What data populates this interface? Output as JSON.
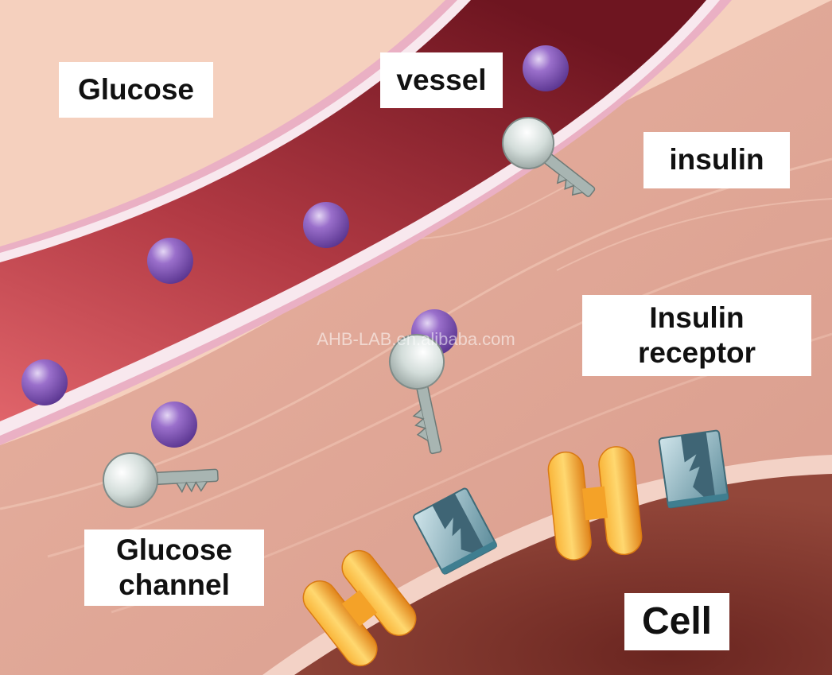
{
  "labels": {
    "glucose": "Glucose",
    "vessel": "vessel",
    "insulin": "insulin",
    "insulin_receptor_line1": "Insulin",
    "insulin_receptor_line2": "receptor",
    "glucose_channel_line1": "Glucose",
    "glucose_channel_line2": "channel",
    "cell": "Cell"
  },
  "watermark": "AHB-LAB.en.alibaba.com",
  "colors": {
    "tissue_light": "#f5cfbd",
    "vessel_wall": "#e6a3bc",
    "blood_dark": "#7a1a24",
    "blood_light": "#d9545e",
    "tissue_mid": "#e3aa98",
    "cell_interior": "#7e3128",
    "glucose_molecule": "#8a5bb8",
    "insulin_key": "#c4cfcc",
    "receptor": "#6f9fae",
    "channel": "#f1a52a"
  },
  "icons": [
    "glucose-molecule-icon",
    "insulin-key-icon",
    "insulin-receptor-icon",
    "glucose-channel-icon"
  ]
}
